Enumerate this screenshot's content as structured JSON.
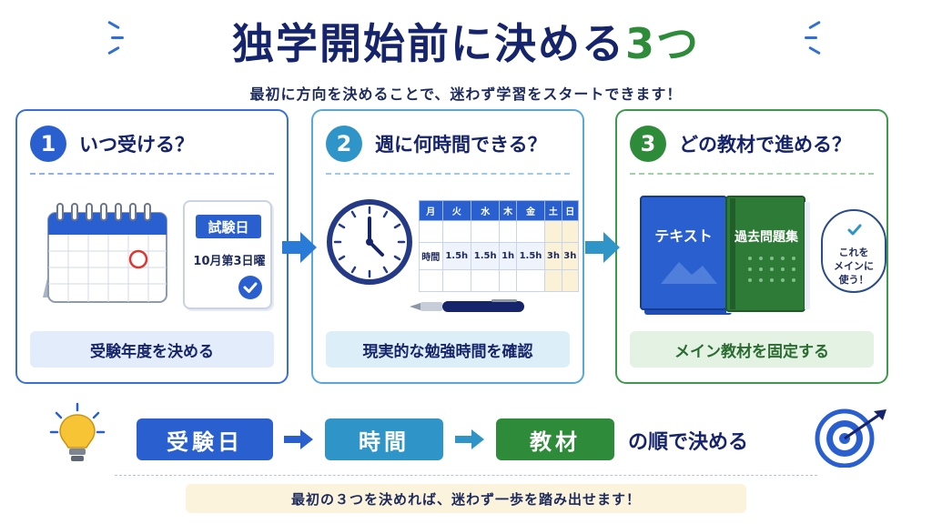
{
  "header": {
    "title_main": "独学開始前に決める",
    "title_accent": "3つ",
    "subtitle": "最初に方向を決めることで、迷わず学習をスタートできます！"
  },
  "steps": [
    {
      "number": "1",
      "title": "いつ受ける？",
      "footer": "受験年度を決める"
    },
    {
      "number": "2",
      "title": "週に何時間できる？",
      "footer": "現実的な勉強時間を確認"
    },
    {
      "number": "3",
      "title": "どの教材で進める？",
      "footer": "メイン教材を固定する"
    }
  ],
  "exam_card": {
    "label": "試験日",
    "date": "10月第3日曜"
  },
  "schedule": {
    "days": [
      "月",
      "火",
      "水",
      "木",
      "金",
      "土",
      "日"
    ],
    "row_label": "時間",
    "hours": [
      "1.5h",
      "1.5h",
      "1h",
      "1.5h",
      "3h",
      "3h"
    ]
  },
  "books": {
    "text_book": "テキスト",
    "past_exam": "過去問題集",
    "bubble": [
      "これを",
      "メインに",
      "使う！"
    ]
  },
  "flow": {
    "step1": "受験日",
    "step2": "時間",
    "step3": "教材",
    "suffix": "の順で決める"
  },
  "footer_note": "最初の３つを決めれば、迷わず一歩を踏み出せます！",
  "colors": {
    "navy": "#16246b",
    "blue": "#2a5fcf",
    "sky": "#2f95c8",
    "green": "#2e8b3a"
  },
  "icons": [
    "calendar-icon",
    "check-icon",
    "clock-icon",
    "pen-icon",
    "book-icon",
    "lightbulb-icon",
    "target-icon",
    "arrow-right-icon"
  ]
}
